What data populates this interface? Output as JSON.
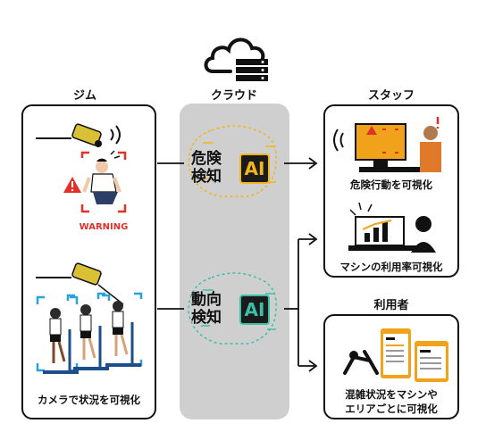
{
  "columns": {
    "gym": "ジム",
    "cloud": "クラウド",
    "staff": "スタッフ",
    "users": "利用者"
  },
  "gym": {
    "warning": "WARNING",
    "caption": "カメラで状況を可視化"
  },
  "ai": {
    "danger": {
      "line1": "危険",
      "line2": "検知",
      "badge": "AI",
      "color": "#f2b51a"
    },
    "motion": {
      "line1": "動向",
      "line2": "検知",
      "badge": "AI",
      "color": "#3dbfa7"
    }
  },
  "staff": {
    "danger_caption": "危険行動を可視化",
    "usage_caption": "マシンの利用率可視化"
  },
  "users": {
    "caption_line1": "混雑状況をマシンや",
    "caption_line2": "エリアごとに可視化"
  },
  "colors": {
    "warning_red": "#e0322a",
    "camera_blue": "#29a3e0",
    "monitor_orange": "#f0a21a"
  }
}
